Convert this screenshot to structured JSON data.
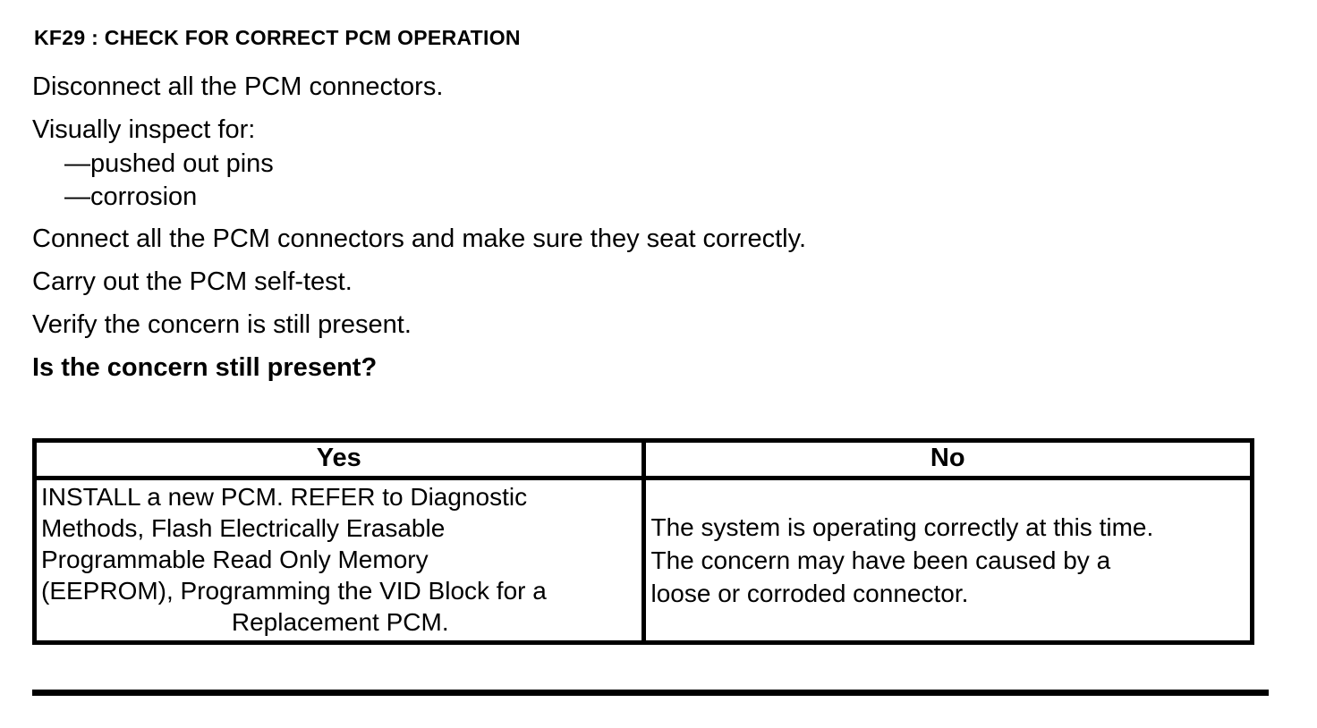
{
  "document": {
    "title": "KF29 : CHECK FOR CORRECT PCM OPERATION",
    "steps": {
      "disconnect": "Disconnect all the PCM connectors.",
      "visually_inspect": "Visually inspect for:",
      "inspect_items": [
        "—pushed out pins",
        "—corrosion"
      ],
      "connect": "Connect all the PCM connectors and make sure they seat correctly.",
      "self_test": "Carry out the PCM self-test.",
      "verify": "Verify the concern is still present."
    },
    "question": "Is the concern still present?",
    "decision_table": {
      "yes_header": "Yes",
      "no_header": "No",
      "yes_lines": [
        "INSTALL a new PCM. REFER to Diagnostic",
        "Methods, Flash Electrically Erasable",
        "Programmable Read Only Memory",
        "(EEPROM), Programming the VID Block for a",
        "Replacement PCM."
      ],
      "no_lines": [
        "The system is operating correctly at this time.",
        "The concern may have been caused by a",
        "loose or corroded connector."
      ]
    }
  }
}
